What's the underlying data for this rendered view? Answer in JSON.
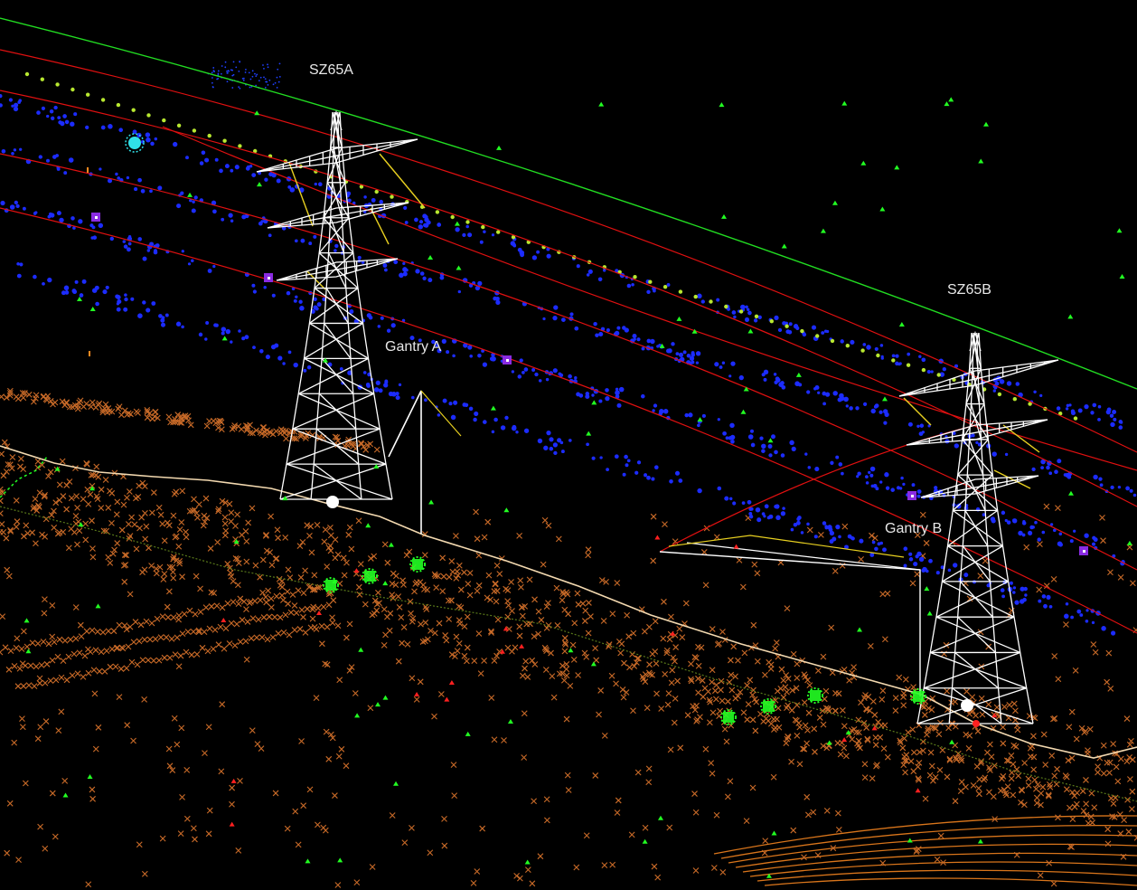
{
  "labels": {
    "tower_a": "SZ65A",
    "tower_b": "SZ65B",
    "gantry_a": "Gantry A",
    "gantry_b": "Gantry B"
  },
  "colors": {
    "background": "#000000",
    "tower": "#ffffff",
    "earth_wire": "#22dd22",
    "conductor": "#e01010",
    "points_blue": "#1c2cff",
    "points_lime": "#b8e830",
    "ground_x": "#c86a28",
    "ground_profile": "#f3d9b0",
    "marker_green": "#22ff22",
    "marker_red": "#ff2020",
    "marker_purple": "#8a2be2",
    "marker_cyan": "#30e0e8",
    "yellow_link": "#e8d020",
    "contour_orange": "#ff8a20"
  }
}
